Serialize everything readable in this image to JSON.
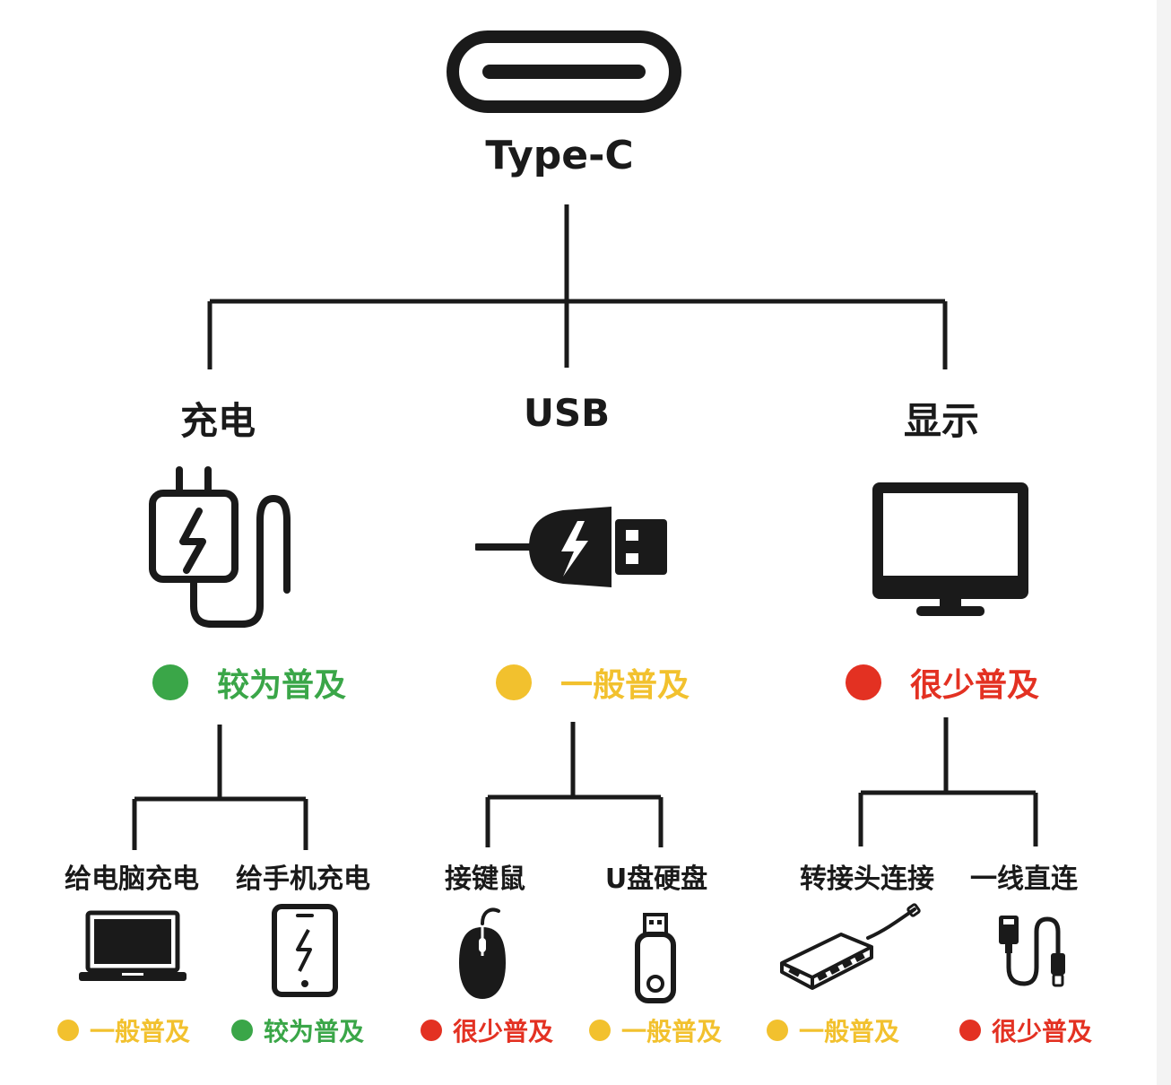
{
  "root": {
    "label": "Type-C",
    "icon": "usb-c-port-icon"
  },
  "colors": {
    "common": "#3aa648",
    "normal": "#f2c12e",
    "rare": "#e33122",
    "ink": "#1a1a1a"
  },
  "categories": [
    {
      "label": "充电",
      "icon": "charger-plug-icon",
      "status": {
        "text": "较为普及",
        "level": "common"
      },
      "children": [
        {
          "label": "给电脑充电",
          "icon": "laptop-icon",
          "status": {
            "text": "一般普及",
            "level": "normal"
          }
        },
        {
          "label": "给手机充电",
          "icon": "phone-charging-icon",
          "status": {
            "text": "较为普及",
            "level": "common"
          }
        }
      ]
    },
    {
      "label": "USB",
      "icon": "usb-plug-icon",
      "status": {
        "text": "一般普及",
        "level": "normal"
      },
      "children": [
        {
          "label": "接键鼠",
          "icon": "mouse-icon",
          "status": {
            "text": "很少普及",
            "level": "rare"
          }
        },
        {
          "label": "U盘硬盘",
          "icon": "usb-flash-drive-icon",
          "status": {
            "text": "一般普及",
            "level": "normal"
          }
        }
      ]
    },
    {
      "label": "显示",
      "icon": "monitor-icon",
      "status": {
        "text": "很少普及",
        "level": "rare"
      },
      "children": [
        {
          "label": "转接头连接",
          "icon": "usb-hub-adapter-icon",
          "status": {
            "text": "一般普及",
            "level": "normal"
          }
        },
        {
          "label": "一线直连",
          "icon": "usb-c-cable-icon",
          "status": {
            "text": "很少普及",
            "level": "rare"
          }
        }
      ]
    }
  ]
}
